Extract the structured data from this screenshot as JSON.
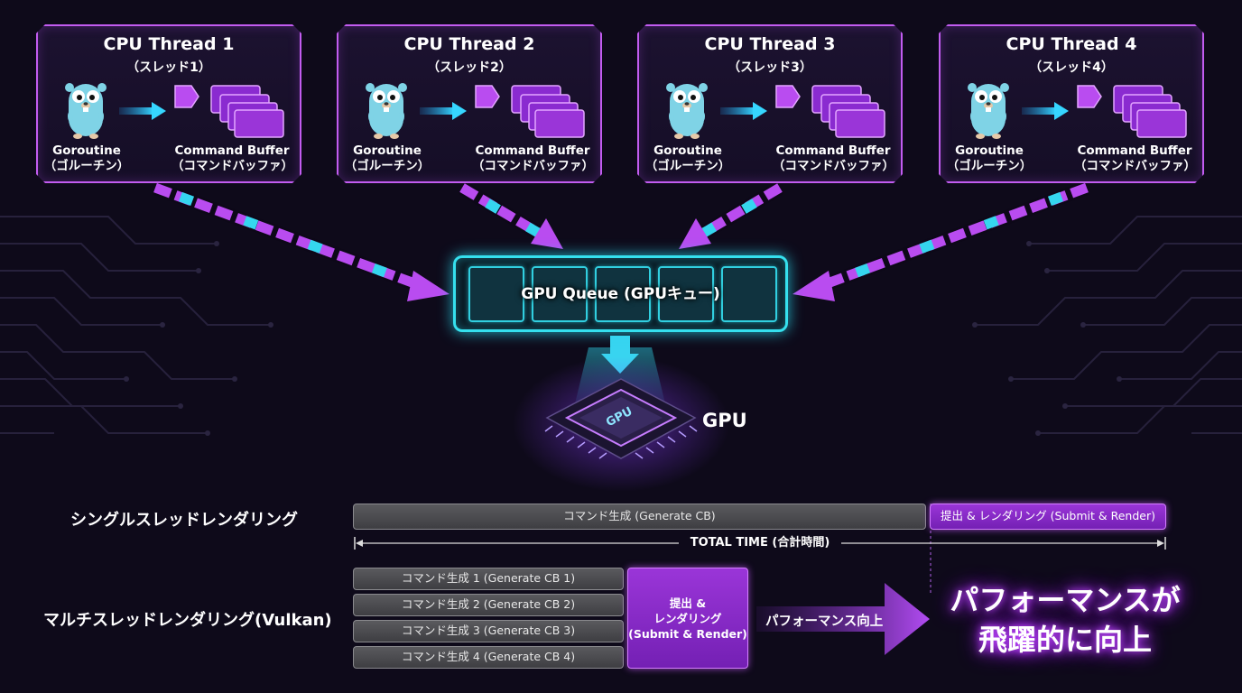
{
  "threads": [
    {
      "title": "CPU Thread 1",
      "subtitle": "（スレッド1）",
      "goroutine": "Goroutine",
      "goroutine_jp": "（ゴルーチン）",
      "buffer": "Command Buffer",
      "buffer_jp": "（コマンドバッファ）"
    },
    {
      "title": "CPU Thread 2",
      "subtitle": "（スレッド2）",
      "goroutine": "Goroutine",
      "goroutine_jp": "（ゴルーチン）",
      "buffer": "Command Buffer",
      "buffer_jp": "（コマンドバッファ）"
    },
    {
      "title": "CPU Thread 3",
      "subtitle": "（スレッド3）",
      "goroutine": "Goroutine",
      "goroutine_jp": "（ゴルーチン）",
      "buffer": "Command Buffer",
      "buffer_jp": "（コマンドバッファ）"
    },
    {
      "title": "CPU Thread 4",
      "subtitle": "（スレッド4）",
      "goroutine": "Goroutine",
      "goroutine_jp": "（ゴルーチン）",
      "buffer": "Command Buffer",
      "buffer_jp": "（コマンドバッファ）"
    }
  ],
  "queue": {
    "label": "GPU Queue (GPUキュー)"
  },
  "gpu": {
    "label": "GPU",
    "chip_text": "GPU"
  },
  "single": {
    "label": "シングルスレッドレンダリング",
    "generate": "コマンド生成 (Generate CB)",
    "submit": "提出 & レンダリング (Submit & Render)"
  },
  "total_time": "TOTAL TIME (合計時間)",
  "multi": {
    "label": "マルチスレッドレンダリング(Vulkan)",
    "bars": [
      "コマンド生成 1 (Generate CB 1)",
      "コマンド生成 2 (Generate CB 2)",
      "コマンド生成 3 (Generate CB 3)",
      "コマンド生成 4 (Generate CB 4)"
    ],
    "submit_line1": "提出 &",
    "submit_line2": "レンダリング",
    "submit_line3": "(Submit & Render)"
  },
  "perf": {
    "label": "パフォーマンス向上",
    "big_line1": "パフォーマンスが",
    "big_line2": "飛躍的に向上"
  },
  "colors": {
    "background": "#0e0a1a",
    "purple": "#c25cf0",
    "cyan": "#35e0ee",
    "gray_bar": "#4a4a4e",
    "purple_bar": "#8a2bd0"
  }
}
